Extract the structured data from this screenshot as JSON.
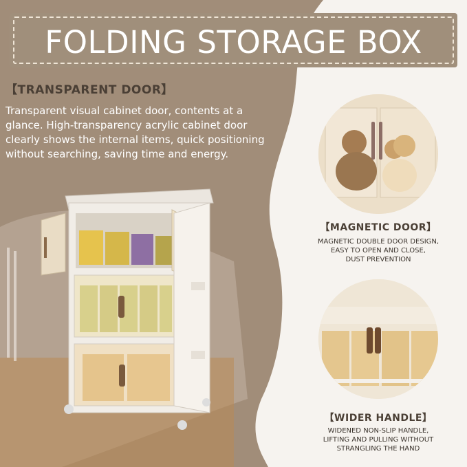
{
  "header": {
    "title": "FOLDING STORAGE BOX"
  },
  "section": {
    "heading": "【TRANSPARENT DOOR】",
    "description": "Transparent visual cabinet door, contents at a glance. High-transparency acrylic cabinet door clearly shows the internal items, quick positioning without searching, saving time and energy."
  },
  "features": [
    {
      "title": "【MAGNETIC DOOR】",
      "lines": [
        "MAGNETIC DOUBLE DOOR DESIGN,",
        "EASY TO OPEN AND CLOSE,",
        "DUST PREVENTION"
      ]
    },
    {
      "title": "【WIDER HANDLE】",
      "lines": [
        "WIDENED NON-SLIP HANDLE,",
        "LIFTING AND PULLING WITHOUT",
        "STRANGLING THE HAND"
      ]
    }
  ],
  "colors": {
    "banner": "#a08f7b",
    "blob": "#a18d79",
    "background": "#f6f3ef",
    "heading_text": "#4a3f35"
  }
}
